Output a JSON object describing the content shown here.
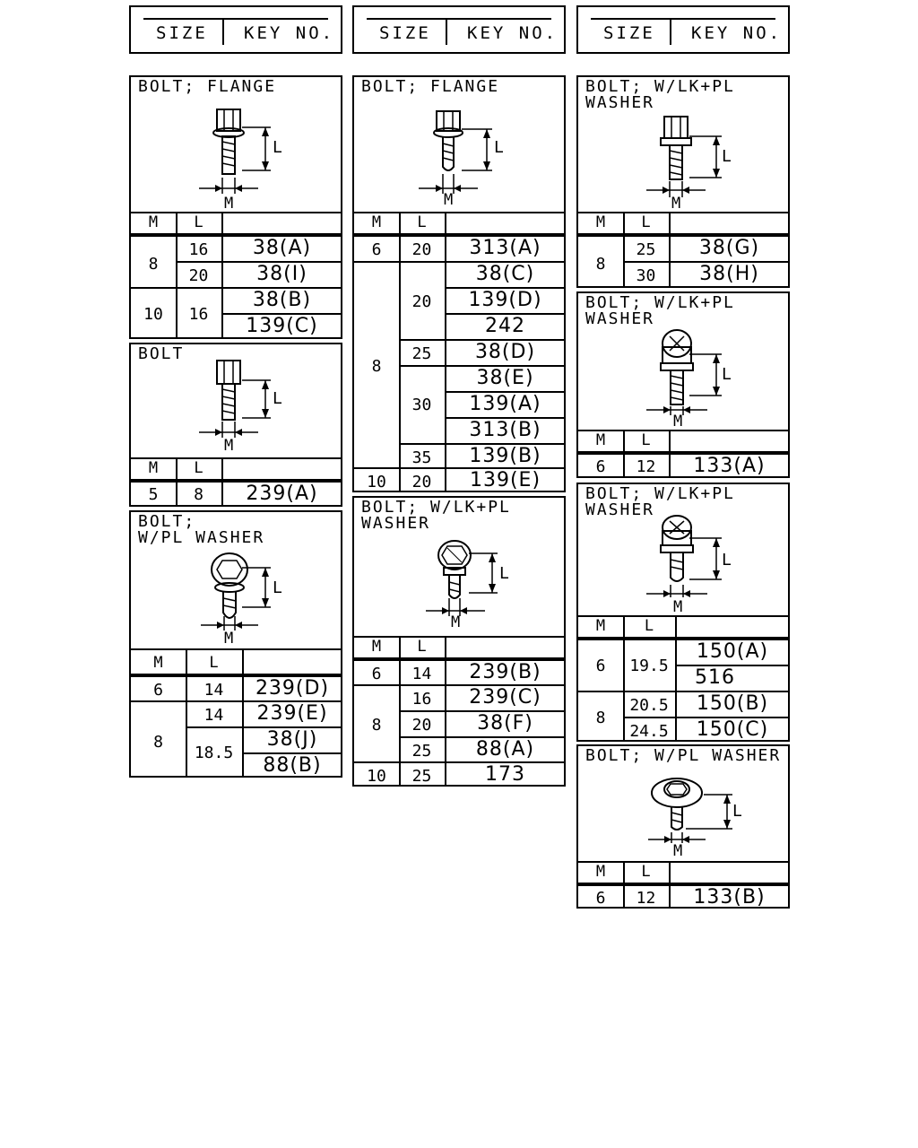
{
  "header": {
    "size_label": "SIZE",
    "key_label": "KEY NO."
  },
  "table_head": {
    "m": "M",
    "l": "L"
  },
  "dim": {
    "m": "M",
    "l": "L"
  },
  "col1": {
    "flange": {
      "title": "BOLT; FLANGE",
      "rows": [
        {
          "m": "8",
          "l": "16",
          "key": "38(A)"
        },
        {
          "l": "20",
          "key": "38(I)"
        },
        {
          "m": "10",
          "l": "16",
          "key": "38(B)"
        },
        {
          "key": "139(C)"
        }
      ]
    },
    "bolt": {
      "title": "BOLT",
      "rows": [
        {
          "m": "5",
          "l": "8",
          "key": "239(A)"
        }
      ]
    },
    "plwasher": {
      "title": "BOLT;\nW/PL WASHER",
      "rows": [
        {
          "m": "6",
          "l": "14",
          "key": "239(D)"
        },
        {
          "m": "8",
          "l": "14",
          "key": "239(E)"
        },
        {
          "l": "18.5",
          "key": "38(J)"
        },
        {
          "key": "88(B)"
        }
      ]
    }
  },
  "col2": {
    "flange": {
      "title": "BOLT; FLANGE",
      "rows": [
        {
          "m": "6",
          "l": "20",
          "key": "313(A)"
        },
        {
          "m": "8",
          "l": "20",
          "key": "38(C)"
        },
        {
          "key": "139(D)"
        },
        {
          "key": "242"
        },
        {
          "l": "25",
          "key": "38(D)"
        },
        {
          "l": "30",
          "key": "38(E)"
        },
        {
          "key": "139(A)"
        },
        {
          "key": "313(B)"
        },
        {
          "l": "35",
          "key": "139(B)"
        },
        {
          "m": "10",
          "l": "20",
          "key": "139(E)"
        }
      ]
    },
    "lkpl": {
      "title": "BOLT; W/LK+PL\nWASHER",
      "rows": [
        {
          "m": "6",
          "l": "14",
          "key": "239(B)"
        },
        {
          "m": "8",
          "l": "16",
          "key": "239(C)"
        },
        {
          "l": "20",
          "key": "38(F)"
        },
        {
          "l": "25",
          "key": "88(A)"
        },
        {
          "m": "10",
          "l": "25",
          "key": "173"
        }
      ]
    }
  },
  "col3": {
    "lkpl1": {
      "title": "BOLT; W/LK+PL\nWASHER",
      "rows": [
        {
          "m": "8",
          "l": "25",
          "key": "38(G)"
        },
        {
          "l": "30",
          "key": "38(H)"
        }
      ]
    },
    "lkpl2": {
      "title": "BOLT; W/LK+PL\nWASHER",
      "rows": [
        {
          "m": "6",
          "l": "12",
          "key": "133(A)"
        }
      ]
    },
    "lkpl3": {
      "title": "BOLT; W/LK+PL\nWASHER",
      "rows": [
        {
          "m": "6",
          "l": "19.5",
          "key": "150(A)"
        },
        {
          "key": "516"
        },
        {
          "m": "8",
          "l": "20.5",
          "key": "150(B)"
        },
        {
          "l": "24.5",
          "key": "150(C)"
        }
      ]
    },
    "plwasher": {
      "title": "BOLT; W/PL WASHER",
      "rows": [
        {
          "m": "6",
          "l": "12",
          "key": "133(B)"
        }
      ]
    }
  }
}
